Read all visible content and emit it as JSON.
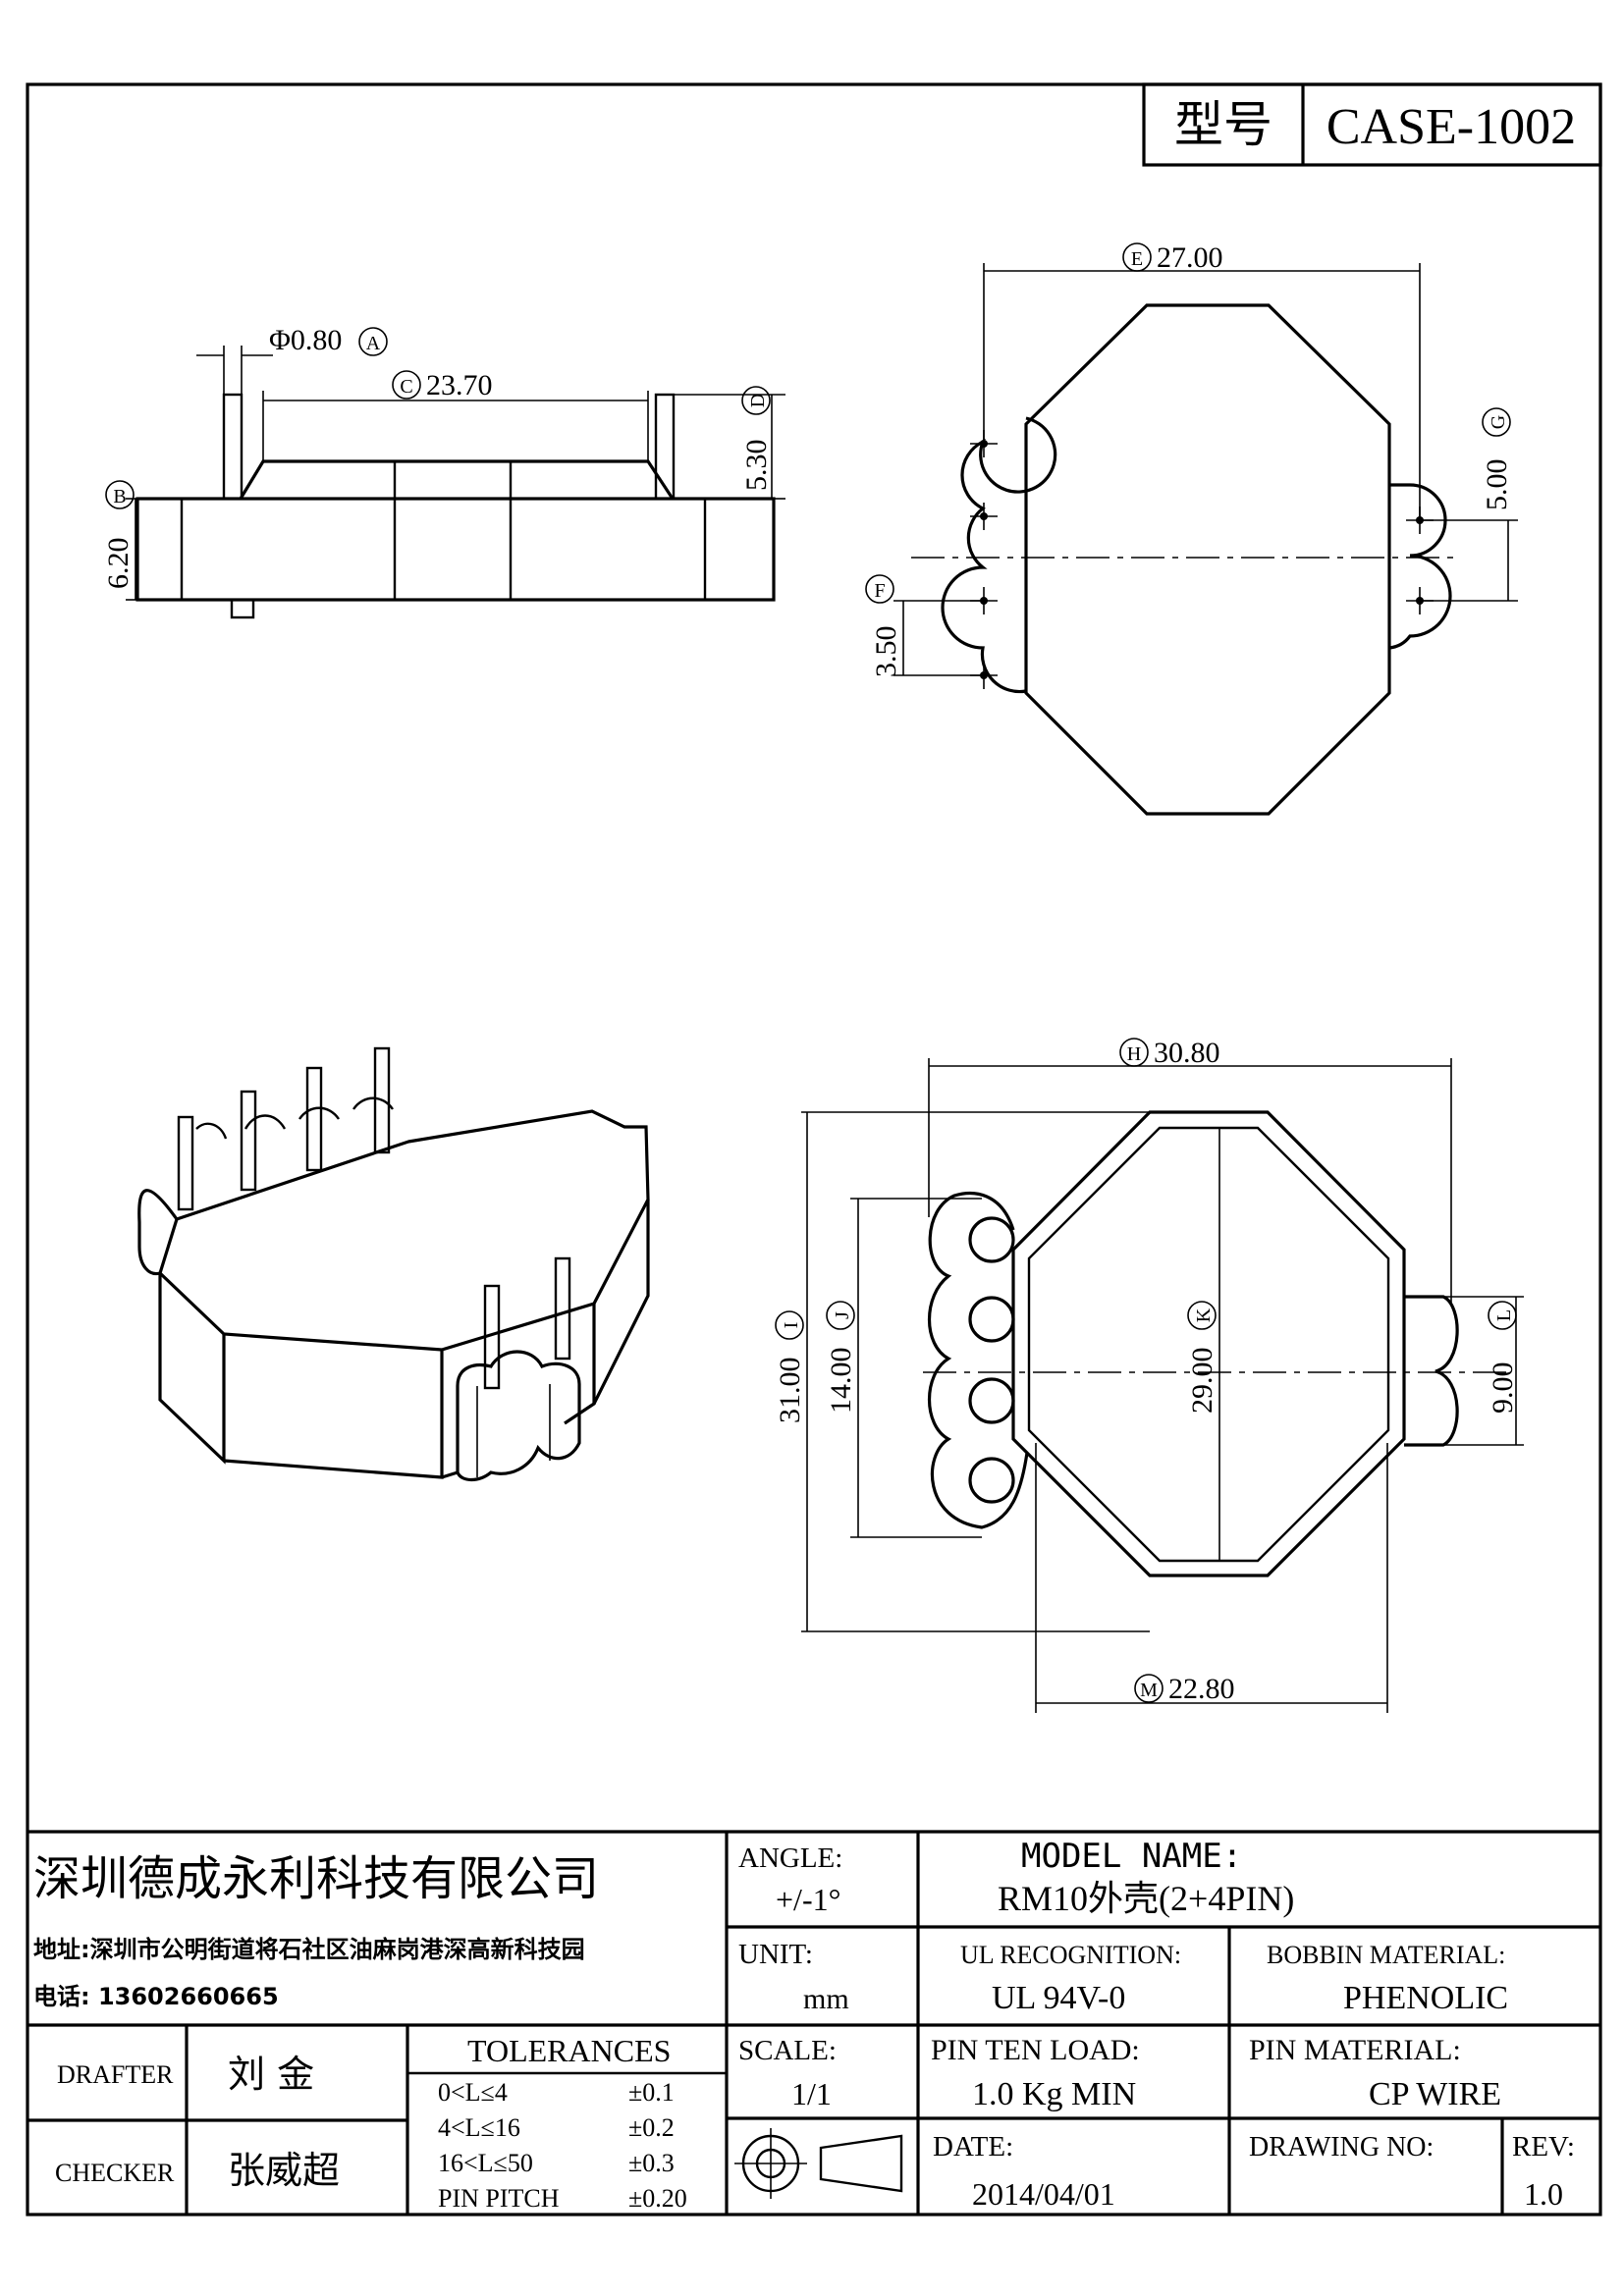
{
  "model_box": {
    "label": "型号",
    "value": "CASE-1002"
  },
  "side_view": {
    "pin_diameter": "Φ0.80",
    "pin_diameter_tag": "A",
    "pin_span": "23.70",
    "pin_span_tag": "C",
    "pin_height": "5.30",
    "pin_height_tag": "D",
    "body_height": "6.20",
    "body_height_tag": "B"
  },
  "top_view": {
    "width": "27.00",
    "width_tag": "E",
    "pitch_left": "3.50",
    "pitch_left_tag": "F",
    "pitch_right": "5.00",
    "pitch_right_tag": "G"
  },
  "bottom_view": {
    "overall_width": "30.80",
    "overall_width_tag": "H",
    "overall_height": "31.00",
    "overall_height_tag": "I",
    "lobe_height": "14.00",
    "lobe_height_tag": "J",
    "inner_height": "29.00",
    "inner_height_tag": "K",
    "right_lobe": "9.00",
    "right_lobe_tag": "L",
    "bottom_width": "22.80",
    "bottom_width_tag": "M"
  },
  "title_block": {
    "company": "深圳德成永利科技有限公司",
    "address": "地址:深圳市公明街道将石社区油麻岗港深高新科技园",
    "phone": "电话: 13602660665",
    "angle_label": "ANGLE:",
    "angle_value": "+/-1°",
    "model_name_label": "MODEL NAME:",
    "model_name_value": "RM10外壳(2+4PIN)",
    "unit_label": "UNIT:",
    "unit_value": "mm",
    "ul_label": "UL RECOGNITION:",
    "ul_value": "UL 94V-0",
    "bobbin_label": "BOBBIN MATERIAL:",
    "bobbin_value": "PHENOLIC",
    "drafter_label": "DRAFTER",
    "drafter_value": "刘 金",
    "checker_label": "CHECKER",
    "checker_value": "张威超",
    "tolerances_title": "TOLERANCES",
    "tolerances": [
      {
        "range": "0<L≤4",
        "value": "±0.1"
      },
      {
        "range": "4<L≤16",
        "value": "±0.2"
      },
      {
        "range": "16<L≤50",
        "value": "±0.3"
      },
      {
        "range": "PIN PITCH",
        "value": "±0.20"
      }
    ],
    "scale_label": "SCALE:",
    "scale_value": "1/1",
    "pin_load_label": "PIN TEN LOAD:",
    "pin_load_value": "1.0 Kg MIN",
    "pin_material_label": "PIN MATERIAL:",
    "pin_material_value": "CP WIRE",
    "date_label": "DATE:",
    "date_value": "2014/04/01",
    "drawing_no_label": "DRAWING NO:",
    "rev_label": "REV:",
    "rev_value": "1.0"
  }
}
